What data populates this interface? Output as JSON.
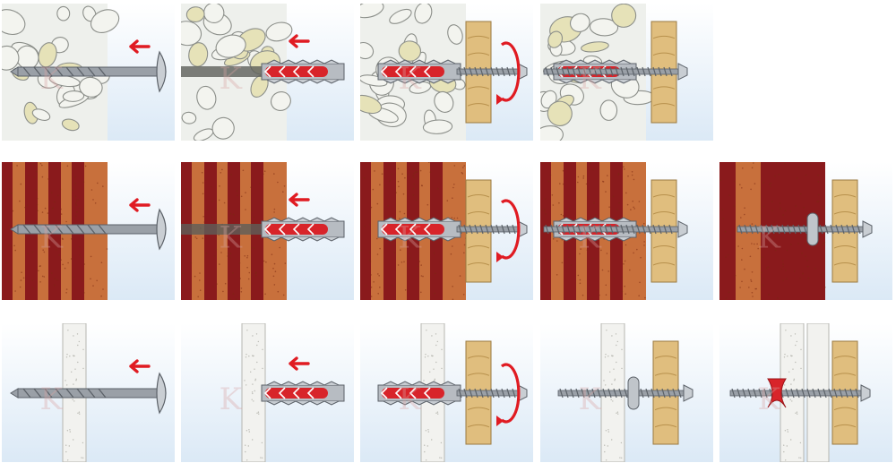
{
  "title": "",
  "rows": [
    {
      "wall": "stone",
      "steps": [
        "drill",
        "insert-plug",
        "screw-in",
        "fixed"
      ]
    },
    {
      "wall": "perforated-brick",
      "steps": [
        "drill",
        "insert-plug",
        "screw-in",
        "fixed",
        "fixed-cavity"
      ]
    },
    {
      "wall": "plasterboard",
      "steps": [
        "drill",
        "insert-plug",
        "screw-in",
        "fixed-cavity",
        "fixed-knot"
      ]
    }
  ],
  "colors": {
    "wall_bg": "#dbe9f6",
    "stone": "#eef0ec",
    "pebble_fill": "#f3f4ef",
    "pebble_yellow": "#e6e2b8",
    "brick_red": "#8a1a1c",
    "brick_sand": "#c8703c",
    "board": "#f2f2ef",
    "wood": "#e0be7e",
    "plug_red": "#d8242a",
    "arrow_red": "#e01b22",
    "metal": "#9aa0a7",
    "metal_dark": "#5b6168",
    "watermark": "#d9a4a4"
  },
  "icons": {
    "direction": "arrow-left-icon",
    "rotation": "rotate-arrow-icon"
  }
}
